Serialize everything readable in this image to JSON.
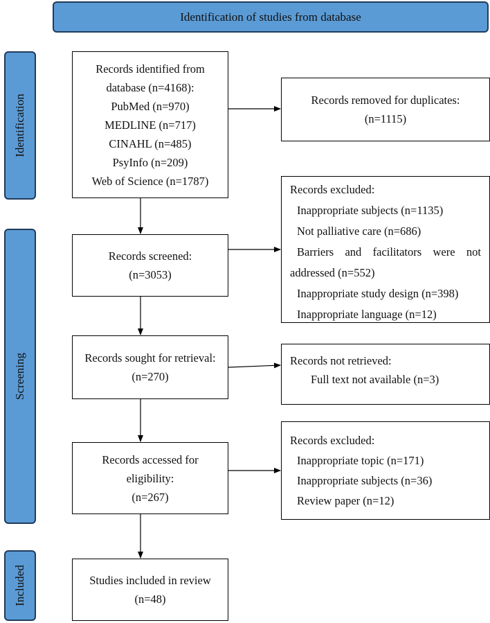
{
  "header": {
    "title": "Identification of studies from database"
  },
  "phases": {
    "identification": "Identification",
    "screening": "Screening",
    "included": "Included"
  },
  "boxes": {
    "identified": {
      "lines": [
        "Records identified from",
        "database (n=4168):",
        "PubMed (n=970)",
        "MEDLINE (n=717)",
        "CINAHL (n=485)",
        "PsyInfo (n=209)",
        "Web of Science (n=1787)"
      ]
    },
    "duplicates": {
      "lines": [
        "Records removed for duplicates:",
        "(n=1115)"
      ]
    },
    "screened": {
      "lines": [
        "Records screened:",
        "(n=3053)"
      ]
    },
    "excluded1": {
      "title": "Records excluded:",
      "items": [
        "Inappropriate subjects (n=1135)",
        "Not palliative care (n=686)",
        "Barriers and facilitators were not",
        "addressed (n=552)",
        "Inappropriate study design (n=398)",
        "Inappropriate language (n=12)"
      ]
    },
    "sought": {
      "lines": [
        "Records sought for retrieval:",
        "(n=270)"
      ]
    },
    "not_retrieved": {
      "title": "Records not retrieved:",
      "item": "Full text not available (n=3)"
    },
    "assessed": {
      "lines": [
        "Records accessed for",
        "eligibility:",
        "(n=267)"
      ]
    },
    "excluded2": {
      "title": "Records excluded:",
      "items": [
        "Inappropriate topic (n=171)",
        "Inappropriate subjects (n=36)",
        "Review paper (n=12)"
      ]
    },
    "included": {
      "lines": [
        "Studies included in review",
        "(n=48)"
      ]
    }
  }
}
